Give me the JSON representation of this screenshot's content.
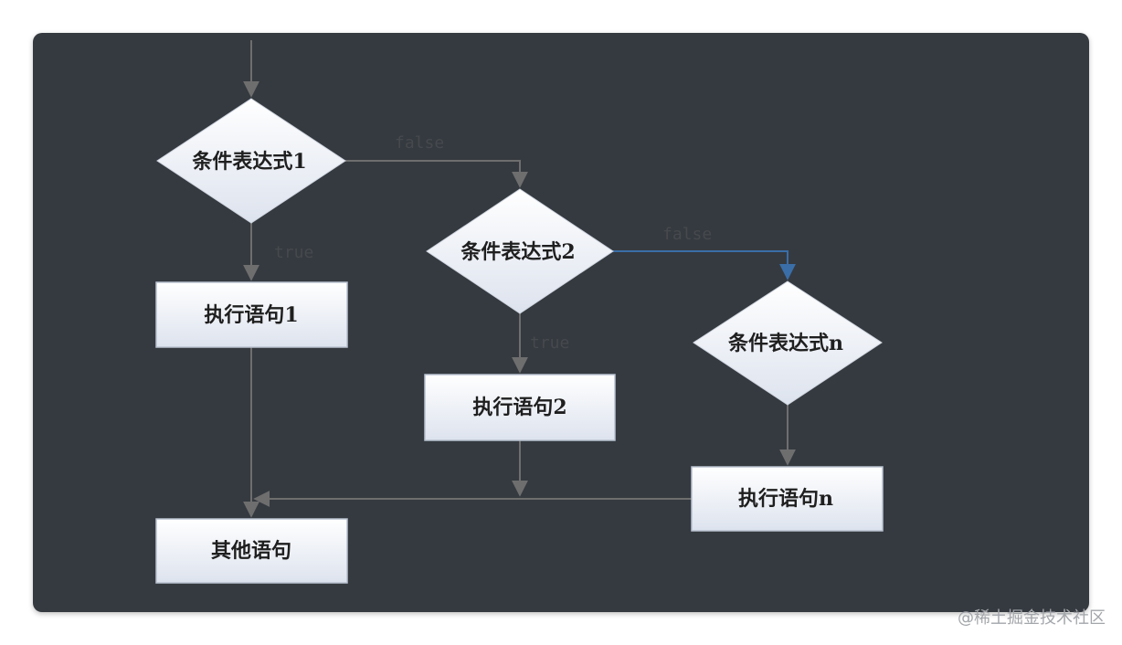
{
  "nodes": {
    "cond1": "条件表达式1",
    "cond2": "条件表达式2",
    "condn": "条件表达式n",
    "stmt1": "执行语句1",
    "stmt2": "执行语句2",
    "stmtn": "执行语句n",
    "other": "其他语句"
  },
  "edge_labels": {
    "false1": "false",
    "true1": "true",
    "false2": "false",
    "true2": "true"
  },
  "watermark": "@稀土掘金技术社区",
  "colors": {
    "panel": "#353a40",
    "line": "#6e6e6e",
    "highlight_line": "#3a6ea8",
    "node_fill_top": "#ffffff",
    "node_fill_bottom": "#dde3ee"
  }
}
